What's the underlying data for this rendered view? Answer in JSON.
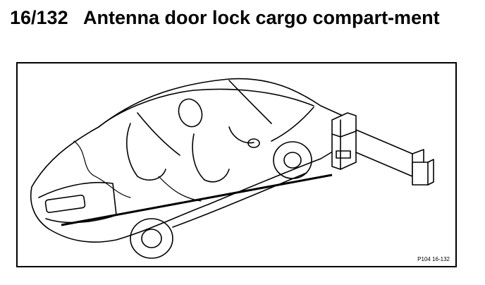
{
  "heading": {
    "number": "16/132",
    "title": "Antenna door lock cargo compart-ment"
  },
  "figure": {
    "reference": "P104 16-132",
    "components": [
      "car-outline-icon",
      "antenna-module-icon",
      "leader-line"
    ]
  },
  "colors": {
    "ink": "#000000",
    "background": "#ffffff"
  }
}
